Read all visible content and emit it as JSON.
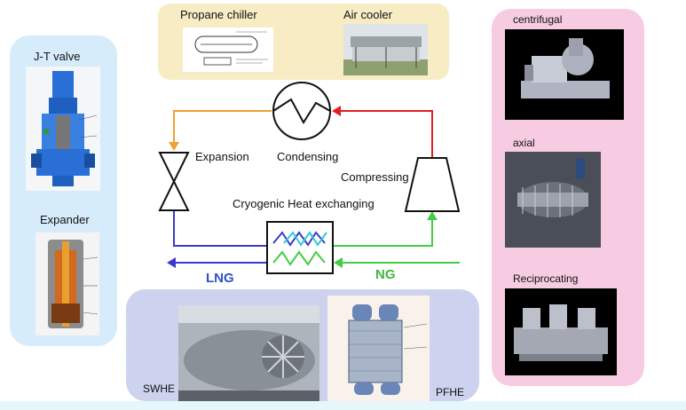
{
  "left_panel": {
    "jt_valve": "J-T valve",
    "expander": "Expander"
  },
  "top_panel": {
    "propane_chiller": "Propane chiller",
    "air_cooler": "Air cooler"
  },
  "cycle": {
    "expansion": "Expansion",
    "condensing": "Condensing",
    "compressing": "Compressing",
    "cryogenic": "Cryogenic Heat exchanging",
    "lng": "LNG",
    "ng": "NG"
  },
  "bottom_panel": {
    "swhe": "SWHE",
    "pfhe": "PFHE"
  },
  "right_panel": {
    "centrifugal": "centrifugal",
    "axial": "axial",
    "reciprocating": "Reciprocating"
  },
  "colors": {
    "orange": "#f0a030",
    "red": "#e02020",
    "blue": "#3a3acc",
    "green": "#44cc44",
    "cyan": "#30c8d8",
    "left_panel_bg": "#d6ecfb",
    "top_panel_bg": "#f8ecc4",
    "bottom_panel_bg": "#cdd3ee",
    "right_panel_bg": "#f7cce2",
    "lng_text": "#3050c8",
    "ng_text": "#40b840"
  }
}
